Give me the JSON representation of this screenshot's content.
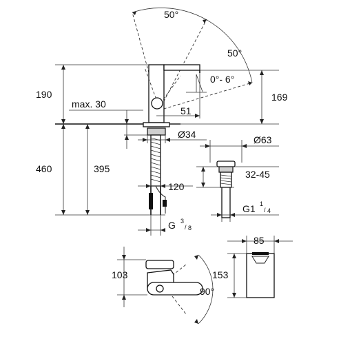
{
  "colors": {
    "line": "#222222",
    "fill_gray": "#cfcfcf",
    "background": "#ffffff"
  },
  "dimensions": {
    "swivel_angle_1": "50°",
    "swivel_angle_2": "50°",
    "tilt_range": "0°- 6°",
    "height_total": "190",
    "height_169": "169",
    "max_30": "max. 30",
    "spout_51": "51",
    "hole_dia": "Ø34",
    "waste_dia": "Ø63",
    "height_460": "460",
    "height_395": "395",
    "hose_120": "120",
    "range_32_45": "32-45",
    "thread_g": "G",
    "thread_g_frac_num": "3",
    "thread_g_frac_den": "8",
    "thread_g1": "G1",
    "thread_g1_frac_num": "1",
    "thread_g1_frac_den": "4",
    "top_103": "103",
    "angle_90": "90°",
    "width_85": "85",
    "height_153": "153"
  }
}
